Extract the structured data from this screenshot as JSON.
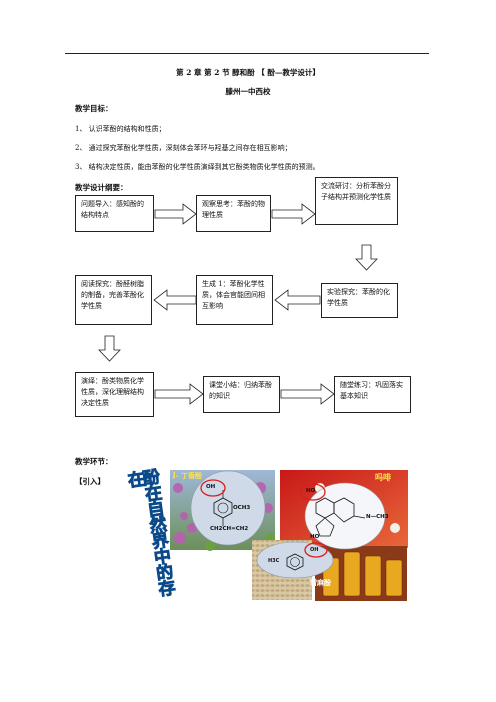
{
  "header": {
    "title": "第 2 章 第 2 节 醇和酚 【 酚—教学设计】",
    "school": "滕州一中西校"
  },
  "goals": {
    "heading": "教学目标：",
    "items": [
      "1、 认识苯酚的结构和性质；",
      "2、 通过探究苯酚化学性质，深刻体会苯环与羟基之间存在相互影响；",
      "3、 结构决定性质，能由苯酚的化学性质演绎到其它酚类物质化学性质的预测。"
    ]
  },
  "outline": {
    "heading": "教学设计纲要：",
    "boxes": {
      "b1": "问题导入：感知酚的结构特点",
      "b2": "观察思考：苯酚的物理性质",
      "b3": "交流研讨：分析苯酚分子结构并预测化学性质",
      "b4": "实验探究：苯酚的化学性质",
      "b5": "生成 1：苯酚化学性质，体会官能团间相互影响",
      "b6": "阅读探究：酚醛树脂的制备，完善苯酚化学性质",
      "b7": "演绎：酚类物质化学性质，深化理解结构决定性质",
      "b8": "课堂小结：归纳苯酚的知识",
      "b9": "随堂练习：巩固落实基本知识"
    }
  },
  "steps": {
    "heading": "教学环节：",
    "intro": "【引入】"
  },
  "figure": {
    "vertical_text": "酚在自然界中的存在",
    "label_left": "丁香酚",
    "label_left_prefix": "J.",
    "label_morphine": "吗啡",
    "struct_left": [
      "OH",
      "OCH3",
      "CH2CH=CH2"
    ],
    "struct_right": [
      "HO",
      "N—CH3",
      "HO"
    ],
    "struct_bottom": [
      "H3C",
      "OH"
    ],
    "label_bottom": "雪麻酚",
    "colors": {
      "circle": "#d81e1e",
      "wordart_fill": "#1aa34a",
      "wordart_stroke": "#0a4a8a",
      "cloud": "#cfd9e8"
    }
  }
}
